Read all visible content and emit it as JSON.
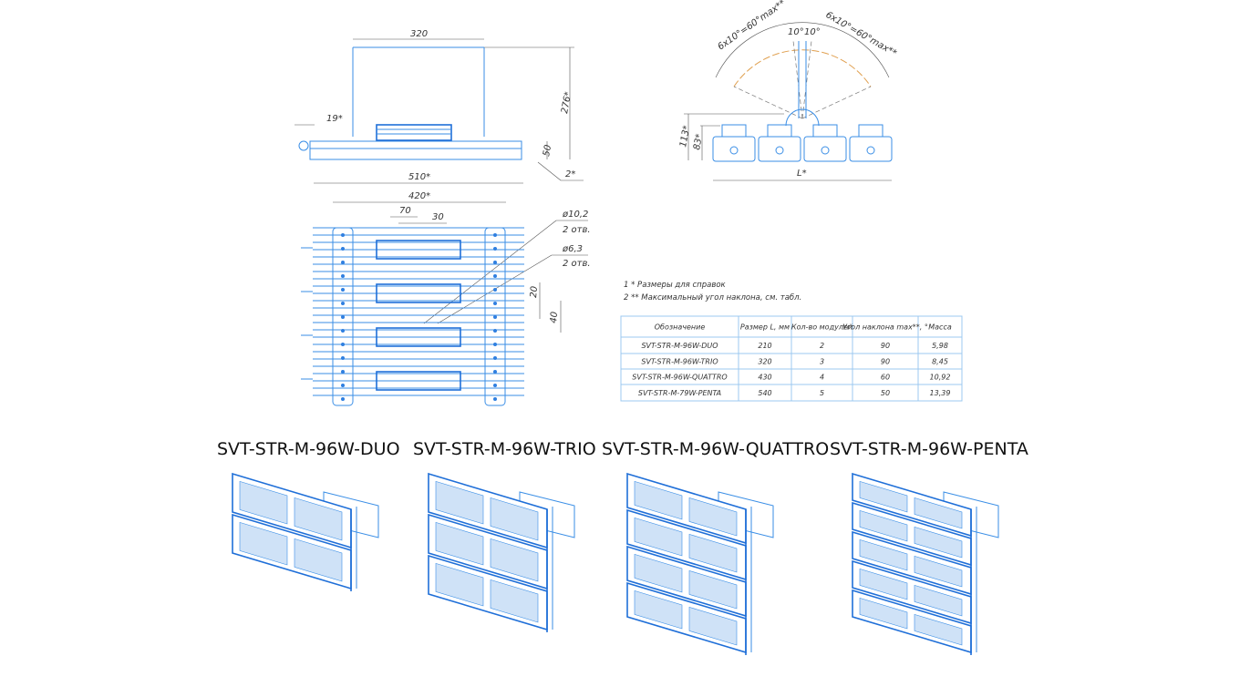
{
  "side_view": {
    "dims": [
      "320",
      "276*",
      "19*",
      "50",
      "2*",
      "510*"
    ]
  },
  "top_view": {
    "dims": [
      "420*",
      "70",
      "30",
      "20",
      "40"
    ],
    "callouts": [
      {
        "diameter": "ø10,2",
        "qty": "2 отв."
      },
      {
        "diameter": "ø6,3",
        "qty": "2 отв."
      }
    ]
  },
  "tilt_view": {
    "dims": [
      "6x10°=60°max**",
      "6x10°=60°max**",
      "10°",
      "10°",
      "113*",
      "83*",
      "L*"
    ]
  },
  "notes": [
    "1  * Размеры для справок",
    "2  ** Максимальный угол наклона, см. табл."
  ],
  "table": {
    "headers": [
      "Обозначение",
      "Размер L, мм",
      "Кол-во модулей",
      "Угол наклона max**, °",
      "Масса"
    ],
    "rows": [
      [
        "SVT-STR-M-96W-DUO",
        "210",
        "2",
        "90",
        "5,98"
      ],
      [
        "SVT-STR-M-96W-TRIO",
        "320",
        "3",
        "90",
        "8,45"
      ],
      [
        "SVT-STR-M-96W-QUATTRO",
        "430",
        "4",
        "60",
        "10,92"
      ],
      [
        "SVT-STR-M-79W-PENTA",
        "540",
        "5",
        "50",
        "13,39"
      ]
    ]
  },
  "products": [
    {
      "name": "SVT-STR-M-96W-DUO",
      "modules": 2
    },
    {
      "name": "SVT-STR-M-96W-TRIO",
      "modules": 3
    },
    {
      "name": "SVT-STR-M-96W-QUATTRO",
      "modules": 4
    },
    {
      "name": "SVT-STR-M-96W-PENTA",
      "modules": 5
    }
  ]
}
